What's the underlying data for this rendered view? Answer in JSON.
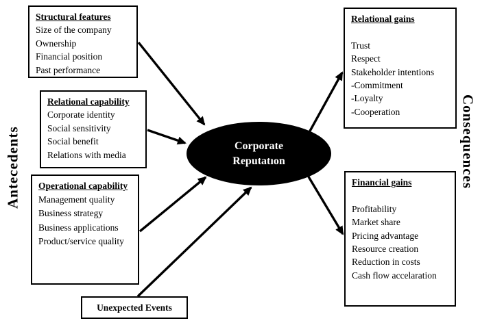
{
  "colors": {
    "ink": "#000000",
    "background": "#ffffff",
    "ellipse_fill": "#000000",
    "ellipse_text": "#ffffff"
  },
  "diagram": {
    "left_label": "Antecedents",
    "right_label": "Consequences",
    "center": {
      "line1": "Corporate",
      "line2": "Reputatıon"
    },
    "antecedent_boxes": [
      {
        "title": "Structural features",
        "items": [
          "Size of the company",
          "Ownership",
          "Financial position",
          "Past performance"
        ]
      },
      {
        "title": "Relational capability",
        "items": [
          "Corporate identity",
          "Social sensitivity",
          "Social benefit",
          "Relations with media"
        ]
      },
      {
        "title": "Operational capability",
        "items": [
          "Management quality",
          "Business strategy",
          "Business applications",
          "Product/service quality"
        ]
      }
    ],
    "unexpected_events_label": "Unexpected Events",
    "consequence_boxes": [
      {
        "title": "Relational gains",
        "items": [
          "Trust",
          "Respect",
          "Stakeholder intentions",
          "-Commitment",
          "-Loyalty",
          "-Cooperation"
        ]
      },
      {
        "title": "Financial gains",
        "items": [
          "Profitability",
          "Market share",
          "Pricing advantage",
          "Resource creation",
          "Reduction in costs",
          "Cash flow accelaration"
        ]
      }
    ]
  }
}
